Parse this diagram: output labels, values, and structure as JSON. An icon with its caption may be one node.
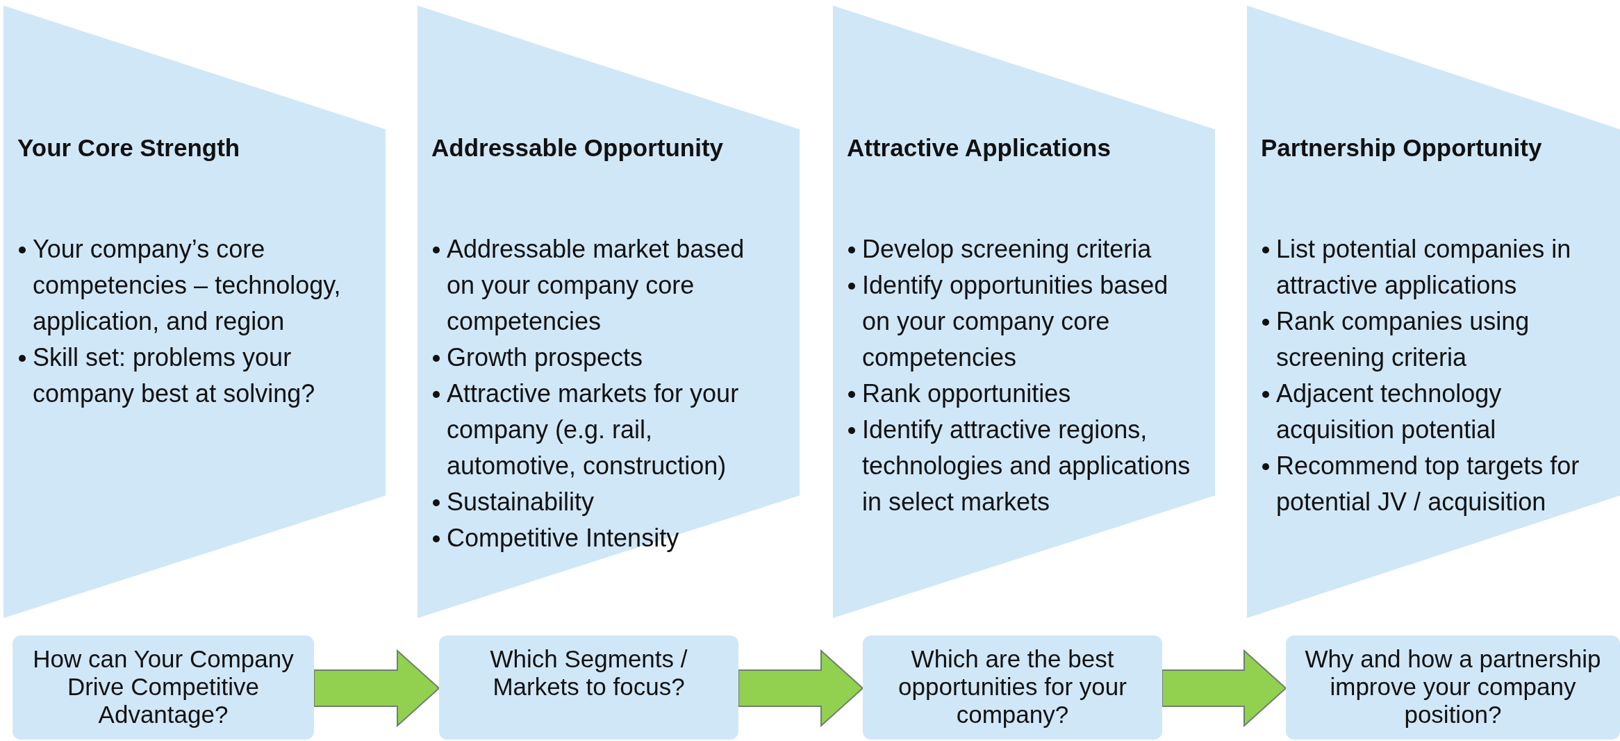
{
  "diagram": {
    "nodes": [
      {
        "text": [
          "Your Core Strength",
          "Your company’s core competencies – technology, application, and region",
          "Skill set: problems your company best at solving?"
        ]
      },
      {
        "text": [
          "Addressable Opportunity",
          "Addressable market based on your company core competencies",
          "Growth prospects",
          "Attractive markets for your company (e.g. rail, automotive, construction)",
          "Sustainability",
          "Competitive Intensity"
        ]
      },
      {
        "text": [
          "Attractive Applications",
          "Develop screening criteria",
          "Identify opportunities based on your company core competencies",
          "Rank opportunities",
          "Identify attractive regions, technologies and applications in select markets"
        ]
      },
      {
        "text": [
          "Partnership Opportunity",
          "List potential companies in attractive applications",
          "Rank companies using screening criteria",
          "Adjacent technology acquisition potential",
          "Recommend top targets for potential JV / acquisition"
        ]
      },
      {
        "text": [
          "How can Your Company Drive Competitive Advantage?"
        ]
      },
      {
        "text": [
          "Which Segments / Markets to focus?"
        ]
      },
      {
        "text": [
          "Which are the best opportunities for your company?"
        ]
      },
      {
        "text": [
          "Why and how a partnership improve your company position?"
        ]
      }
    ],
    "edges": [
      {
        "from": 4,
        "to": 5,
        "arrow": "to"
      },
      {
        "from": 5,
        "to": 6,
        "arrow": "to"
      },
      {
        "from": 6,
        "to": 7,
        "arrow": "to"
      }
    ]
  }
}
